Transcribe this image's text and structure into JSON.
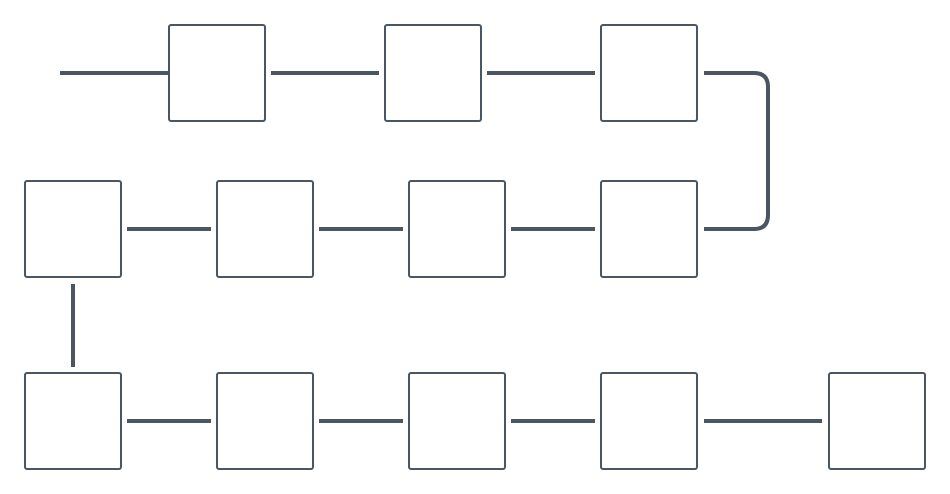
{
  "diagram": {
    "stroke_color": "#4a5661",
    "node_fill": "#ffffff",
    "background": "#ffffff",
    "nodes": [
      {
        "id": "r1c1",
        "row": 1,
        "label": ""
      },
      {
        "id": "r1c2",
        "row": 1,
        "label": ""
      },
      {
        "id": "r1c3",
        "row": 1,
        "label": ""
      },
      {
        "id": "r2c1",
        "row": 2,
        "label": ""
      },
      {
        "id": "r2c2",
        "row": 2,
        "label": ""
      },
      {
        "id": "r2c3",
        "row": 2,
        "label": ""
      },
      {
        "id": "r2c4",
        "row": 2,
        "label": ""
      },
      {
        "id": "r3c1",
        "row": 3,
        "label": ""
      },
      {
        "id": "r3c2",
        "row": 3,
        "label": ""
      },
      {
        "id": "r3c3",
        "row": 3,
        "label": ""
      },
      {
        "id": "r3c4",
        "row": 3,
        "label": ""
      },
      {
        "id": "r3c5",
        "row": 3,
        "label": ""
      }
    ],
    "edges": [
      {
        "from": "start",
        "to": "r1c1"
      },
      {
        "from": "r1c1",
        "to": "r1c2"
      },
      {
        "from": "r1c2",
        "to": "r1c3"
      },
      {
        "from": "r1c3",
        "to": "r2c4"
      },
      {
        "from": "r2c4",
        "to": "r2c3"
      },
      {
        "from": "r2c3",
        "to": "r2c2"
      },
      {
        "from": "r2c2",
        "to": "r2c1"
      },
      {
        "from": "r2c1",
        "to": "r3c1"
      },
      {
        "from": "r3c1",
        "to": "r3c2"
      },
      {
        "from": "r3c2",
        "to": "r3c3"
      },
      {
        "from": "r3c3",
        "to": "r3c4"
      },
      {
        "from": "r3c4",
        "to": "r3c5"
      }
    ]
  }
}
